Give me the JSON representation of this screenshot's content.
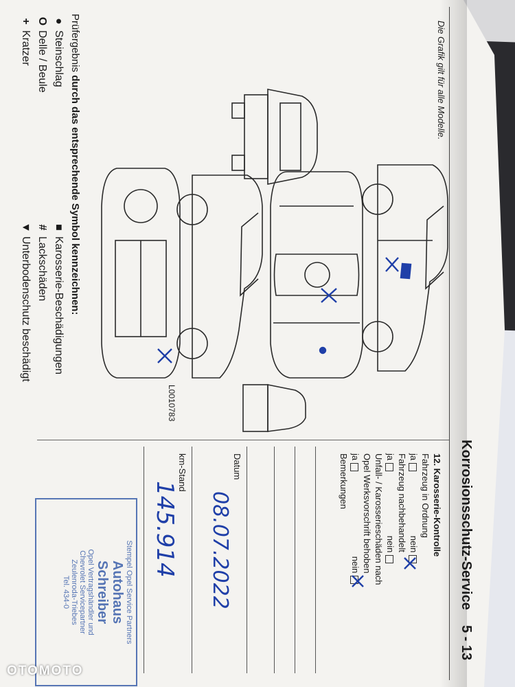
{
  "watermark": "OTOMOTO",
  "header": {
    "title": "Korrosionsschutz-Service",
    "page": "5 - 13"
  },
  "note": "Die Grafik gilt für alle Modelle.",
  "figure_code": "L0010783",
  "right_section": {
    "title": "12. Karosserie-Kontrolle",
    "q1": "Fahrzeug in Ordnung",
    "q2": "Fahrzeug nachbehandelt",
    "q3_line1": "Unfall- / Karosserieschäden nach",
    "q3_line2": "Opel Werksvorschrift behoben",
    "yes": "ja",
    "no": "nein",
    "remarks": "Bemerkungen",
    "date_label": "Datum",
    "km_label": "km-Stand"
  },
  "handwritten": {
    "date": "08.07.2022",
    "km": "145.914"
  },
  "stamp": {
    "line1": "Stempel Opel Service Partners",
    "line2": "Autohaus",
    "line3": "Schreiber",
    "line4": "Opel Vertragshändler und",
    "line5": "Chevrolet Servicepartner",
    "line6": "Zeulenroda-Triebes",
    "line7": "Tel. 434-0"
  },
  "legend": {
    "title_prefix": "Prüfergebnis ",
    "title_bold": "durch das entsprechende Symbol kennzeichnen:",
    "items": [
      {
        "symbol": "●",
        "label": "Steinschlag"
      },
      {
        "symbol": "■",
        "label": "Karosserie-Beschädigungen"
      },
      {
        "symbol": "O",
        "label": "Delle / Beule"
      },
      {
        "symbol": "#",
        "label": "Lackschäden"
      },
      {
        "symbol": "+",
        "label": "Kratzer"
      },
      {
        "symbol": "▼",
        "label": "Unterbodenschutz beschädigt"
      }
    ]
  },
  "colors": {
    "ink": "#1f3fa8",
    "stamp": "#3a5faa",
    "paper": "#f4f3f0"
  }
}
